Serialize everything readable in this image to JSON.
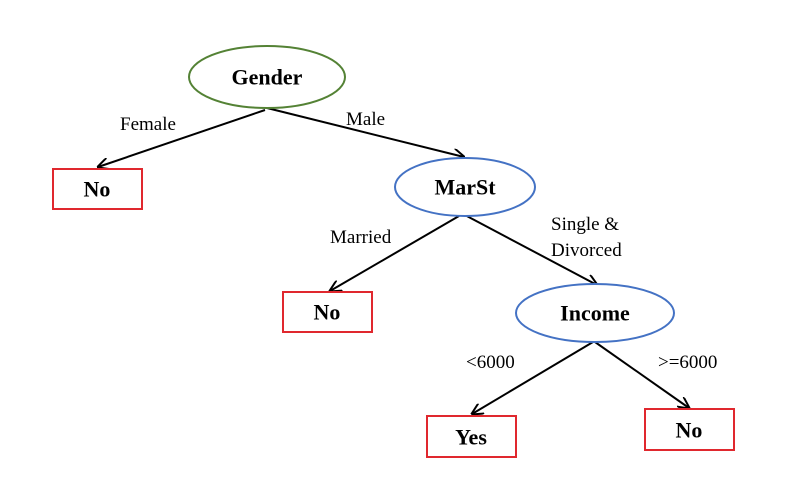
{
  "diagram": {
    "nodes": {
      "gender": {
        "label": "Gender",
        "border_color": "#548235"
      },
      "leaf_female": {
        "label": "No",
        "border_color": "#e0282e"
      },
      "marst": {
        "label": "MarSt",
        "border_color": "#4472c4"
      },
      "leaf_married": {
        "label": "No",
        "border_color": "#e0282e"
      },
      "income": {
        "label": "Income",
        "border_color": "#4472c4"
      },
      "leaf_low": {
        "label": "Yes",
        "border_color": "#e0282e"
      },
      "leaf_high": {
        "label": "No",
        "border_color": "#e0282e"
      }
    },
    "edges": {
      "female": {
        "label": "Female"
      },
      "male": {
        "label": "Male"
      },
      "married": {
        "label": "Married"
      },
      "single_divorced": {
        "label_line1": "Single &",
        "label_line2": "Divorced"
      },
      "low_income": {
        "label": "<6000"
      },
      "high_income": {
        "label": ">=6000"
      }
    }
  }
}
